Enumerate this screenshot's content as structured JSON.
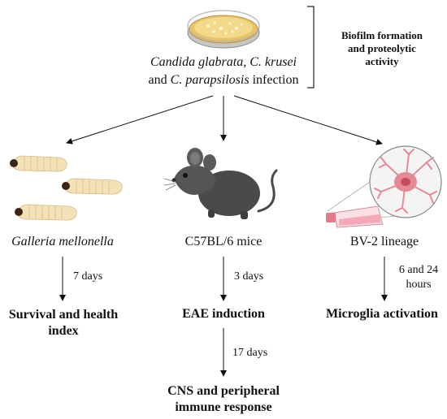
{
  "infection": {
    "line1_italic": "Candida glabrata, C. krusei",
    "line2_prefix": "and ",
    "line2_italic": "C. parapsilosis",
    "line2_suffix": " infection"
  },
  "side_note": {
    "line1": "Biofilm formation",
    "line2": "and proteolytic",
    "line3": "activity"
  },
  "models": [
    {
      "name": "Galleria mellonella",
      "step1": "7 days",
      "outcome_line1": "Survival and health",
      "outcome_line2": "index"
    },
    {
      "name": "C57BL/6 mice",
      "step1": "3 days",
      "outcome": "EAE induction",
      "step2": "17 days",
      "final_line1": "CNS and peripheral",
      "final_line2": "immune response"
    },
    {
      "name": "BV-2 lineage",
      "step1_line1": "6 and 24",
      "step1_line2": "hours",
      "outcome": "Microglia activation"
    }
  ],
  "colors": {
    "petri_dish": "#e9c36a",
    "larva": "#f3e1b8",
    "mouse": "#4a4a4a",
    "microglia": "#e58a95",
    "flask_cap": "#e47a8c"
  }
}
